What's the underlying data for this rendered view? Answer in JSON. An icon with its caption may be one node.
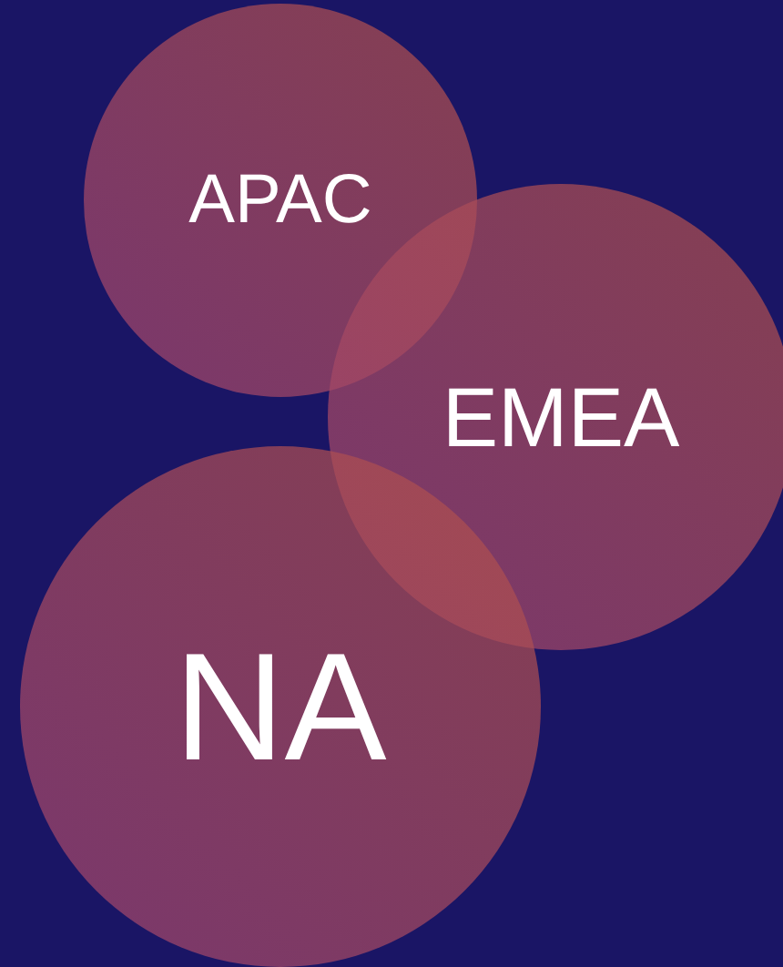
{
  "diagram": {
    "nodes": [
      {
        "text": [
          "APAC"
        ]
      },
      {
        "text": [
          "EMEA"
        ]
      },
      {
        "text": [
          "NA"
        ]
      }
    ],
    "edges": []
  }
}
